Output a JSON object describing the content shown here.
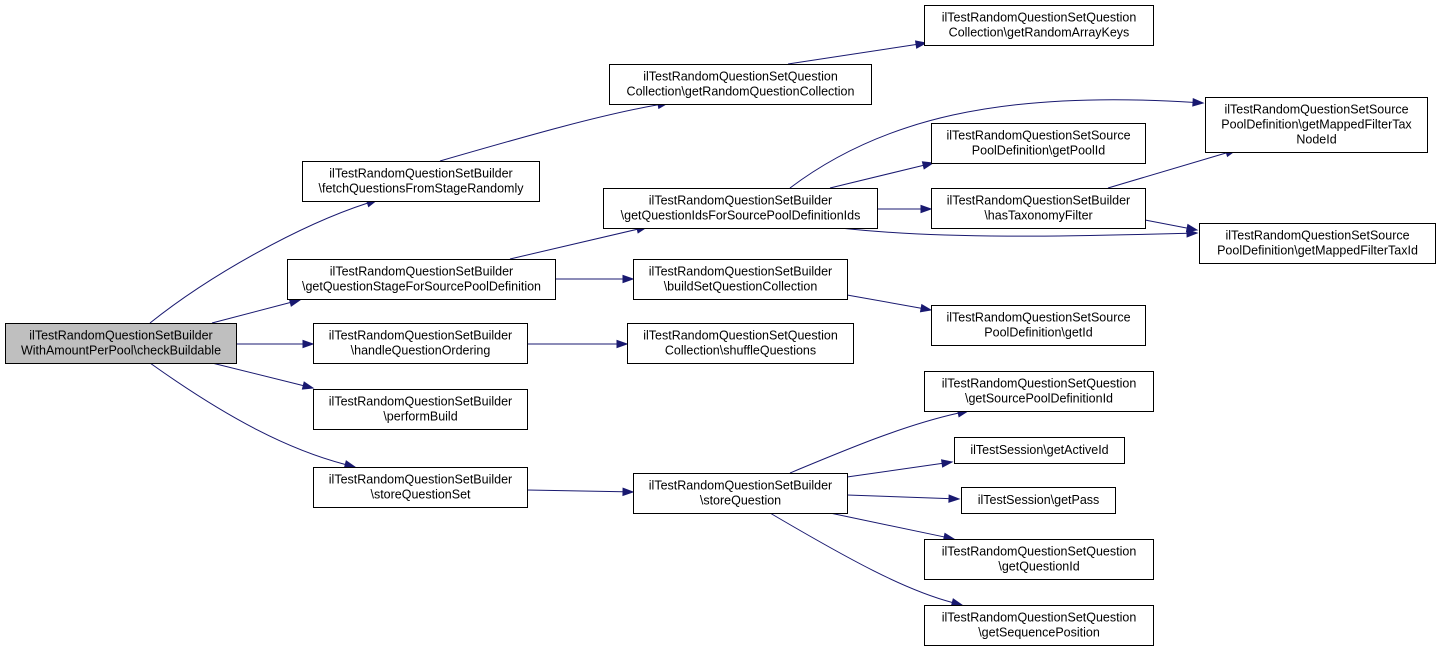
{
  "nodes": {
    "root": {
      "lines": [
        "ilTestRandomQuestionSetBuilder",
        "WithAmountPerPool\\checkBuildable"
      ]
    },
    "fetchQuestionsFromStageRandomly": {
      "lines": [
        "ilTestRandomQuestionSetBuilder",
        "\\fetchQuestionsFromStageRandomly"
      ]
    },
    "getQuestionStageForSourcePoolDefinition": {
      "lines": [
        "ilTestRandomQuestionSetBuilder",
        "\\getQuestionStageForSourcePoolDefinition"
      ]
    },
    "handleQuestionOrdering": {
      "lines": [
        "ilTestRandomQuestionSetBuilder",
        "\\handleQuestionOrdering"
      ]
    },
    "performBuild": {
      "lines": [
        "ilTestRandomQuestionSetBuilder",
        "\\performBuild"
      ]
    },
    "storeQuestionSet": {
      "lines": [
        "ilTestRandomQuestionSetBuilder",
        "\\storeQuestionSet"
      ]
    },
    "getRandomQuestionCollection": {
      "lines": [
        "ilTestRandomQuestionSetQuestion",
        "Collection\\getRandomQuestionCollection"
      ]
    },
    "getQuestionIdsForSourcePoolDefinitionIds": {
      "lines": [
        "ilTestRandomQuestionSetBuilder",
        "\\getQuestionIdsForSourcePoolDefinitionIds"
      ]
    },
    "buildSetQuestionCollection": {
      "lines": [
        "ilTestRandomQuestionSetBuilder",
        "\\buildSetQuestionCollection"
      ]
    },
    "shuffleQuestions": {
      "lines": [
        "ilTestRandomQuestionSetQuestion",
        "Collection\\shuffleQuestions"
      ]
    },
    "storeQuestion": {
      "lines": [
        "ilTestRandomQuestionSetBuilder",
        "\\storeQuestion"
      ]
    },
    "getRandomArrayKeys": {
      "lines": [
        "ilTestRandomQuestionSetQuestion",
        "Collection\\getRandomArrayKeys"
      ]
    },
    "getPoolId": {
      "lines": [
        "ilTestRandomQuestionSetSource",
        "PoolDefinition\\getPoolId"
      ]
    },
    "hasTaxonomyFilter": {
      "lines": [
        "ilTestRandomQuestionSetBuilder",
        "\\hasTaxonomyFilter"
      ]
    },
    "getId": {
      "lines": [
        "ilTestRandomQuestionSetSource",
        "PoolDefinition\\getId"
      ]
    },
    "getSourcePoolDefinitionId": {
      "lines": [
        "ilTestRandomQuestionSetQuestion",
        "\\getSourcePoolDefinitionId"
      ]
    },
    "getActiveId": {
      "lines": [
        "ilTestSession\\getActiveId"
      ]
    },
    "getPass": {
      "lines": [
        "ilTestSession\\getPass"
      ]
    },
    "getQuestionId": {
      "lines": [
        "ilTestRandomQuestionSetQuestion",
        "\\getQuestionId"
      ]
    },
    "getSequencePosition": {
      "lines": [
        "ilTestRandomQuestionSetQuestion",
        "\\getSequencePosition"
      ]
    },
    "getMappedFilterTaxNodeId": {
      "lines": [
        "ilTestRandomQuestionSetSource",
        "PoolDefinition\\getMappedFilterTax",
        "NodeId"
      ]
    },
    "getMappedFilterTaxId": {
      "lines": [
        "ilTestRandomQuestionSetSource",
        "PoolDefinition\\getMappedFilterTaxId"
      ]
    }
  },
  "edges": [
    {
      "from": "root",
      "to": "fetchQuestionsFromStageRandomly"
    },
    {
      "from": "root",
      "to": "getQuestionStageForSourcePoolDefinition"
    },
    {
      "from": "root",
      "to": "handleQuestionOrdering"
    },
    {
      "from": "root",
      "to": "performBuild"
    },
    {
      "from": "root",
      "to": "storeQuestionSet"
    },
    {
      "from": "fetchQuestionsFromStageRandomly",
      "to": "getRandomQuestionCollection"
    },
    {
      "from": "getRandomQuestionCollection",
      "to": "getRandomArrayKeys"
    },
    {
      "from": "getQuestionStageForSourcePoolDefinition",
      "to": "getQuestionIdsForSourcePoolDefinitionIds"
    },
    {
      "from": "getQuestionStageForSourcePoolDefinition",
      "to": "buildSetQuestionCollection"
    },
    {
      "from": "getQuestionIdsForSourcePoolDefinitionIds",
      "to": "getMappedFilterTaxNodeId"
    },
    {
      "from": "getQuestionIdsForSourcePoolDefinitionIds",
      "to": "getPoolId"
    },
    {
      "from": "getQuestionIdsForSourcePoolDefinitionIds",
      "to": "hasTaxonomyFilter"
    },
    {
      "from": "getQuestionIdsForSourcePoolDefinitionIds",
      "to": "getMappedFilterTaxId"
    },
    {
      "from": "hasTaxonomyFilter",
      "to": "getMappedFilterTaxNodeId"
    },
    {
      "from": "hasTaxonomyFilter",
      "to": "getMappedFilterTaxId"
    },
    {
      "from": "buildSetQuestionCollection",
      "to": "getId"
    },
    {
      "from": "handleQuestionOrdering",
      "to": "shuffleQuestions"
    },
    {
      "from": "storeQuestionSet",
      "to": "storeQuestion"
    },
    {
      "from": "storeQuestion",
      "to": "getSourcePoolDefinitionId"
    },
    {
      "from": "storeQuestion",
      "to": "getActiveId"
    },
    {
      "from": "storeQuestion",
      "to": "getPass"
    },
    {
      "from": "storeQuestion",
      "to": "getQuestionId"
    },
    {
      "from": "storeQuestion",
      "to": "getSequencePosition"
    }
  ]
}
